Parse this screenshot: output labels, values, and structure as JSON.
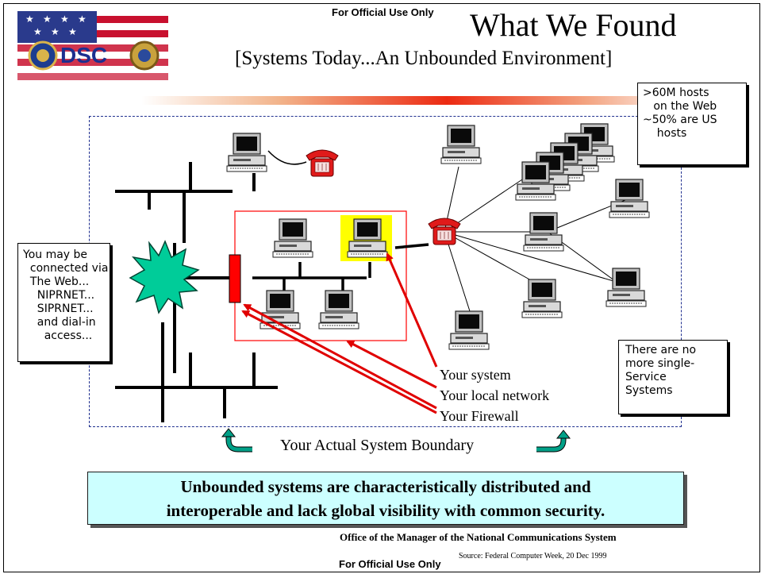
{
  "header": {
    "classification_top": "For Official Use Only",
    "title": "What We Found",
    "subtitle": "[Systems Today...An Unbounded Environment]",
    "logo_text": "DSC"
  },
  "notes": {
    "hosts": ">60M hosts\n   on the Web\n~50% are US\n    hosts",
    "connection": "You may be\n  connected via\n  The Web...\n    NIPRNET...\n    SIPRNET...\n    and dial-in\n      access...",
    "single_service": "There are no\nmore single-\nService\nSystems"
  },
  "labels": {
    "your_system": "Your system",
    "your_local_network": "Your local network",
    "your_firewall": "Your Firewall",
    "boundary": "Your Actual System Boundary"
  },
  "callout": {
    "line1": "Unbounded systems are characteristically distributed and",
    "line2": "interoperable and lack global visibility with common security."
  },
  "footer": {
    "office": "Office of the Manager of the National Communications System",
    "source": "Source: Federal Computer Week, 20 Dec 1999",
    "classification_bottom": "For Official Use Only"
  },
  "colors": {
    "accent_red": "#ff0000",
    "boundary_blue": "#1f2f8f",
    "callout_bg": "#ccffff",
    "starburst": "#00cc99",
    "highlight": "#ffff00",
    "arrow_teal": "#00a087"
  }
}
